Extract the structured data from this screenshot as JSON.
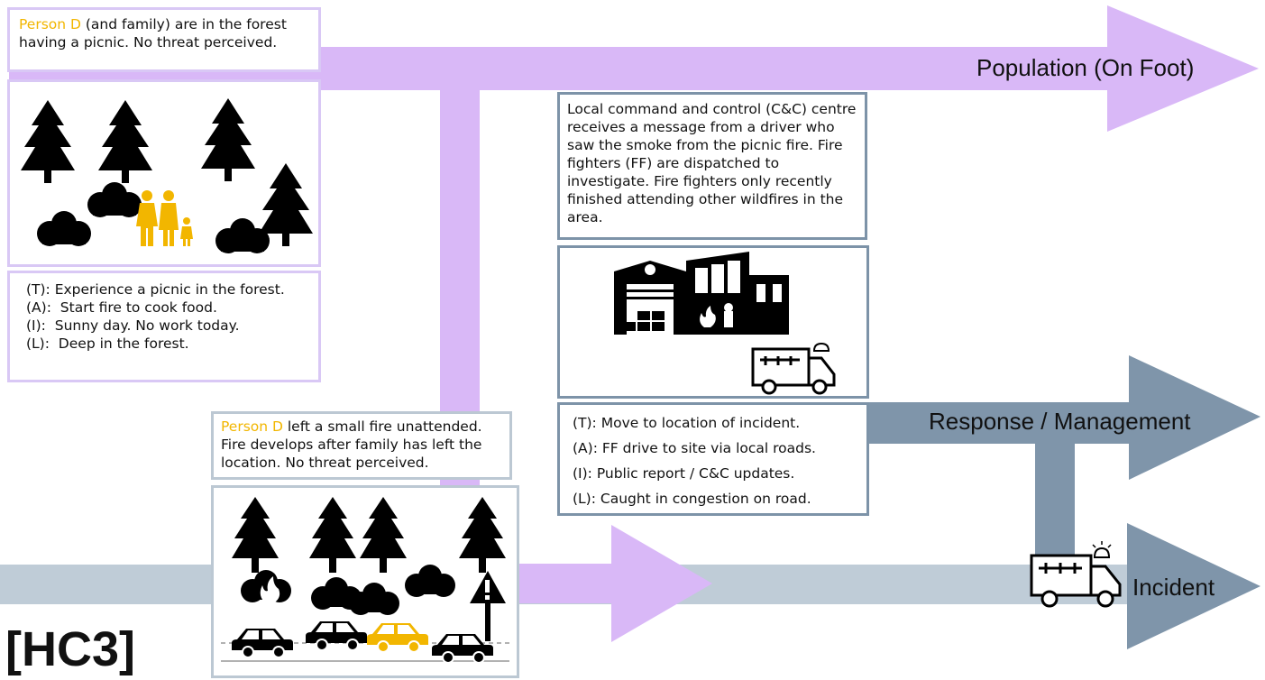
{
  "lanes": {
    "population": "Population (On Foot)",
    "response": "Response / Management",
    "incident": "Incident"
  },
  "corner_label": "[HC3]",
  "box1": {
    "person": "Person D",
    "rest": " (and family) are in the forest having a picnic. No threat perceived."
  },
  "box1_tail": {
    "t": "(T): Experience a picnic in the forest.",
    "a": "(A):  Start fire to cook food.",
    "i": "(I):  Sunny day. No work today.",
    "l": "(L):  Deep in the forest."
  },
  "box2": {
    "person": "Person D",
    "rest": " left a small fire unattended. Fire develops after family has left the location. No threat perceived."
  },
  "box3": {
    "text": "Local command and control (C&C) centre receives a message from a driver who saw the smoke from the picnic fire. Fire fighters (FF) are dispatched to investigate. Fire fighters only recently finished attending other wildfires in the area."
  },
  "box3_tail": {
    "t": "(T): Move to location of incident.",
    "a": "(A): FF drive to site via local roads.",
    "i": "(I): Public report / C&C updates.",
    "l": "(L): Caught in congestion on road."
  },
  "colors": {
    "population_lane": "#d9b8f7",
    "response_lane": "#7f95aa",
    "incident_lane": "#bfccd7",
    "highlight": "#f2b600",
    "icon": "#000000"
  },
  "icons": [
    "tree-icon",
    "bush-icon",
    "family-icon",
    "fire-station-icon",
    "fire-truck-icon",
    "car-icon",
    "warning-sign-icon",
    "flame-icon"
  ]
}
